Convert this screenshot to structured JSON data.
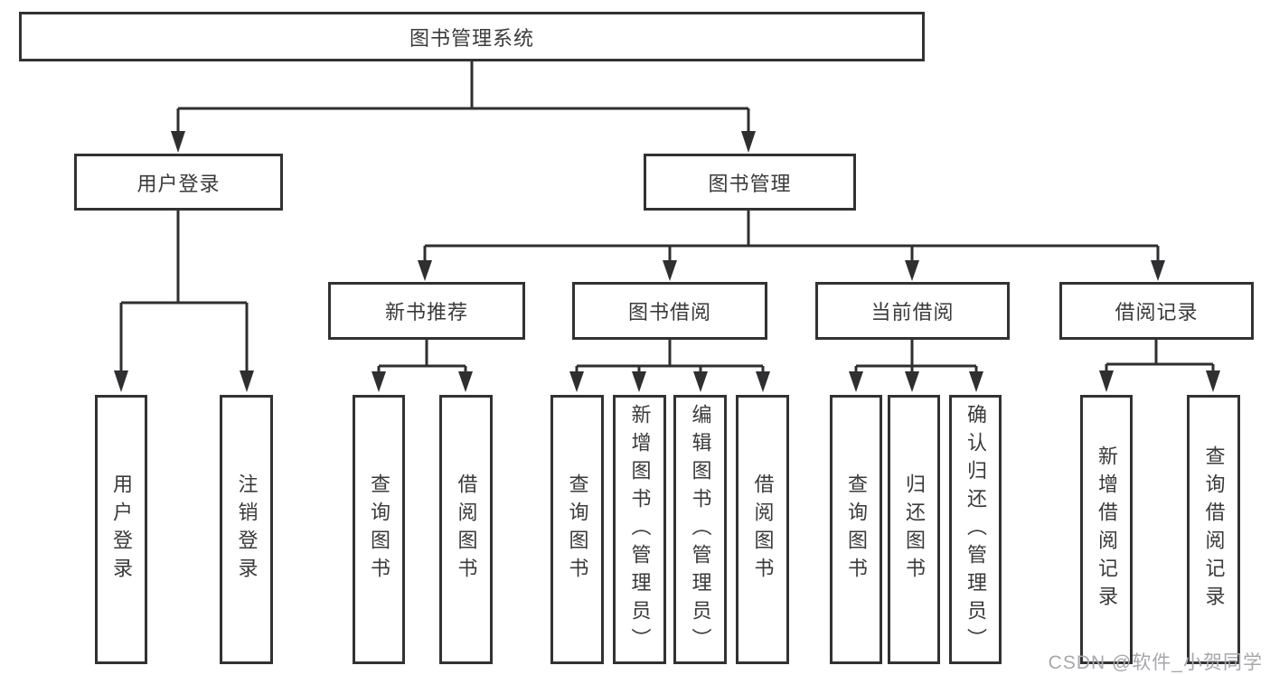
{
  "watermark": "CSDN @软件_小贺同学",
  "nodes": {
    "root": "图书管理系统",
    "user_login": "用户登录",
    "book_management": "图书管理",
    "new_book_recommend": "新书推荐",
    "book_borrowing": "图书借阅",
    "current_borrowing": "当前借阅",
    "borrowing_records": "借阅记录",
    "leaf_user_login": "用户登录",
    "leaf_logout": "注销登录",
    "leaf_query_books_recommend": "查询图书",
    "leaf_borrow_books_recommend": "借阅图书",
    "leaf_query_books_borrowing": "查询图书",
    "leaf_add_books_admin": "新增图书（管理员）",
    "leaf_edit_books_admin": "编辑图书（管理员）",
    "leaf_borrow_books_borrowing": "借阅图书",
    "leaf_query_books_current": "查询图书",
    "leaf_return_books": "归还图书",
    "leaf_confirm_return_admin": "确认归还（管理员）",
    "leaf_add_borrow_record": "新增借阅记录",
    "leaf_query_borrow_record": "查询借阅记录"
  },
  "tree": {
    "root": "图书管理系统",
    "children": [
      {
        "label": "用户登录",
        "children": [
          "用户登录",
          "注销登录"
        ]
      },
      {
        "label": "图书管理",
        "children": [
          {
            "label": "新书推荐",
            "children": [
              "查询图书",
              "借阅图书"
            ]
          },
          {
            "label": "图书借阅",
            "children": [
              "查询图书",
              "新增图书（管理员）",
              "编辑图书（管理员）",
              "借阅图书"
            ]
          },
          {
            "label": "当前借阅",
            "children": [
              "查询图书",
              "归还图书",
              "确认归还（管理员）"
            ]
          },
          {
            "label": "借阅记录",
            "children": [
              "新增借阅记录",
              "查询借阅记录"
            ]
          }
        ]
      }
    ]
  }
}
